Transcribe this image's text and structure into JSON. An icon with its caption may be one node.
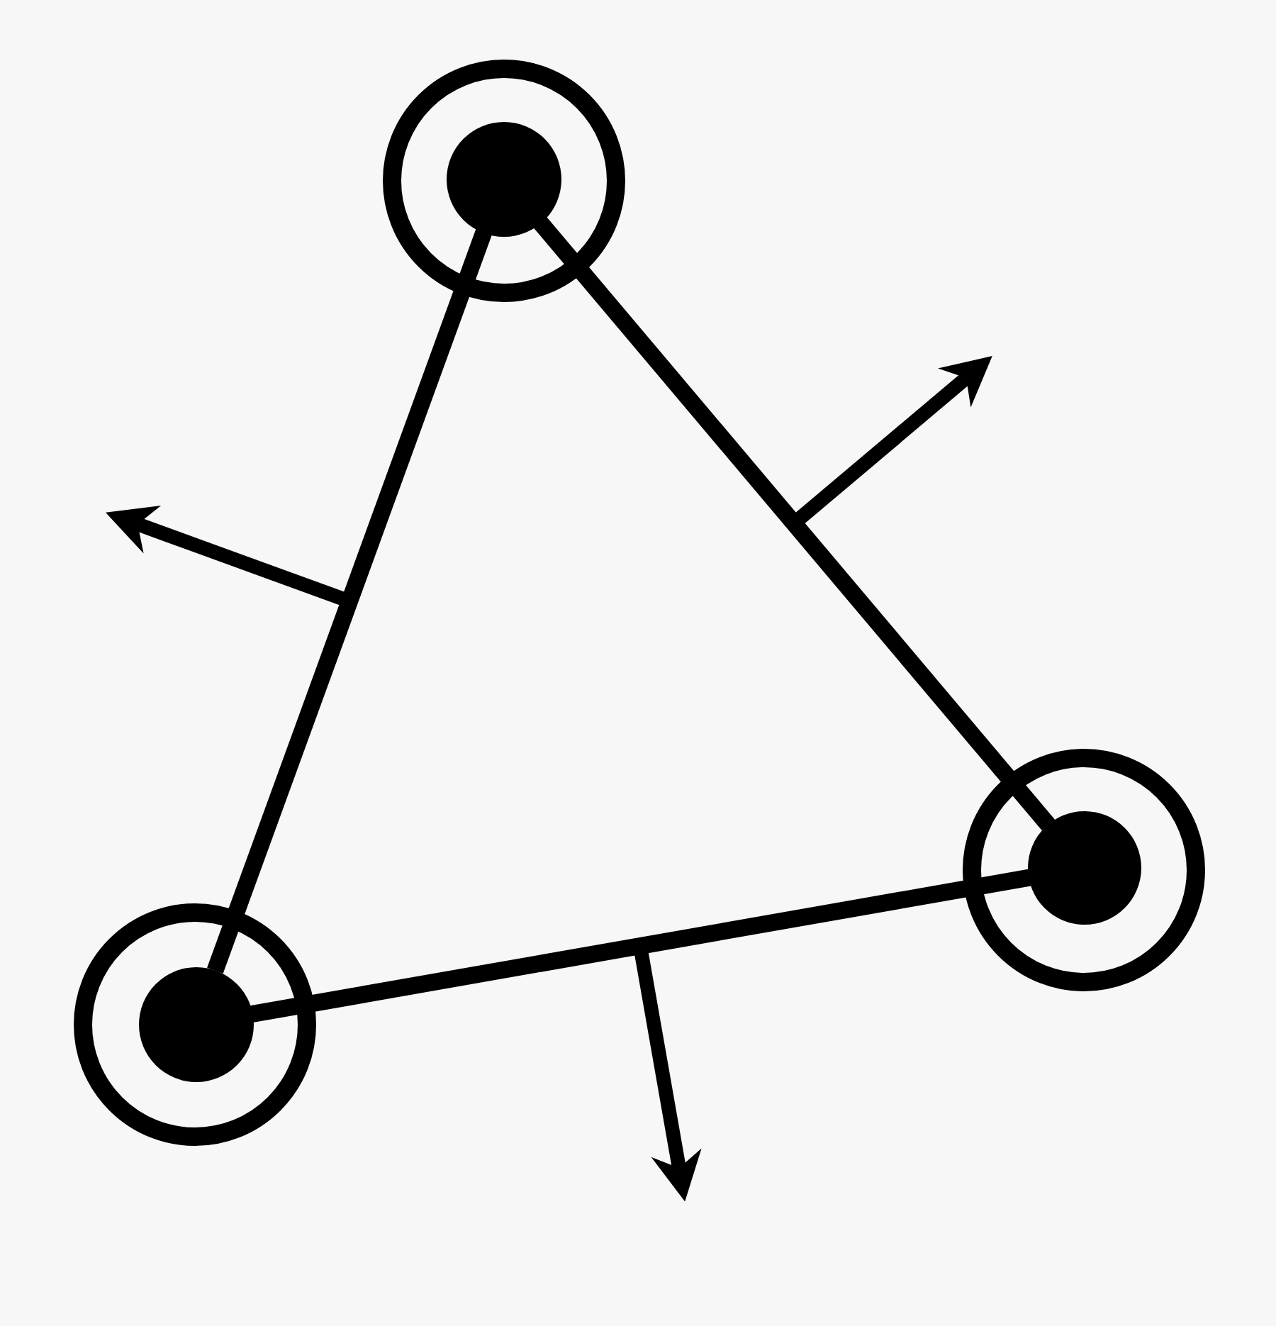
{
  "diagram": {
    "nodes": [
      {
        "text": [],
        "shape": "circle"
      },
      {
        "text": [],
        "shape": "circle",
        "in": 0
      },
      {
        "text": [],
        "shape": "circle"
      },
      {
        "text": [],
        "shape": "circle",
        "in": 2
      },
      {
        "text": [],
        "shape": "circle"
      },
      {
        "text": [],
        "shape": "circle",
        "in": 4
      }
    ],
    "edges": [
      {
        "from": 1,
        "to": 5,
        "arrow": "none"
      },
      {
        "from": 1,
        "to": 3,
        "arrow": "none"
      },
      {
        "from": 5,
        "to": 3,
        "arrow": "none"
      }
    ]
  }
}
